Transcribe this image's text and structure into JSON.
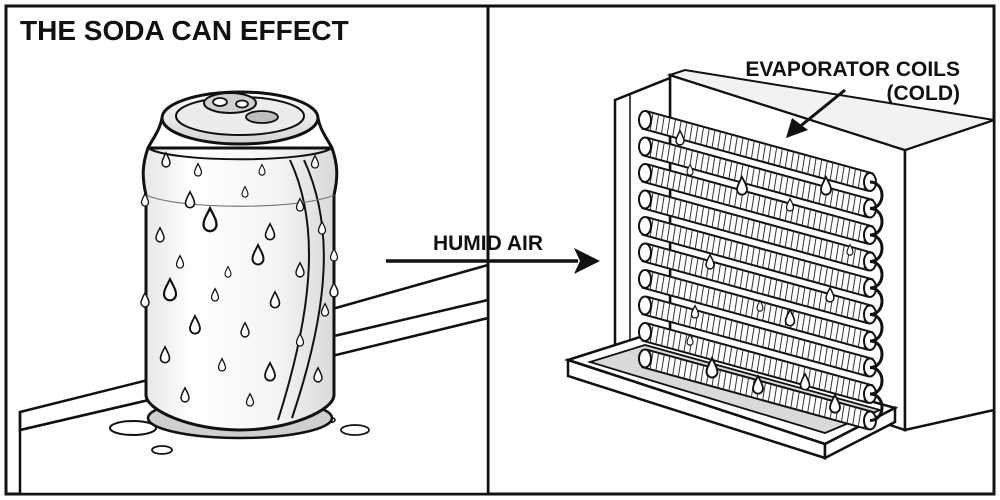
{
  "title": "THE SODA CAN EFFECT",
  "arrow_label": "HUMID AIR",
  "coil_label": {
    "line1": "EVAPORATOR COILS",
    "line2": "(COLD)"
  },
  "colors": {
    "ink": "#111111",
    "paper": "#ffffff",
    "water_tray": "#d9d9d9",
    "panel_gray": "#f2f2f2"
  },
  "icons": {
    "soda_can": "soda-can-icon",
    "condensation_drop": "water-drop-icon",
    "evaporator_coil": "evaporator-coil-icon",
    "arrow": "arrow-right-icon"
  }
}
